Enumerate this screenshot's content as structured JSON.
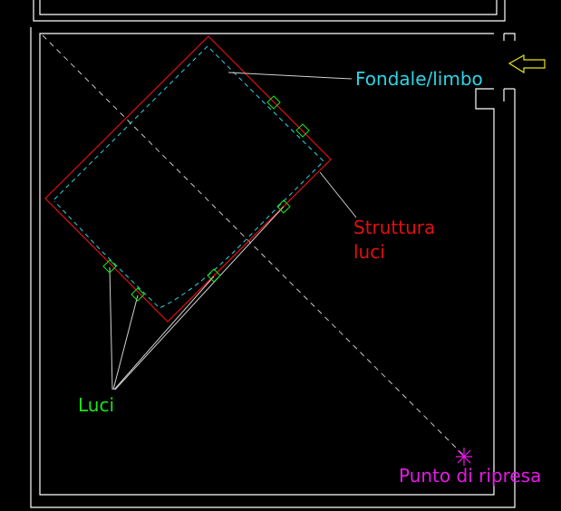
{
  "labels": {
    "fondale": "Fondale/limbo",
    "struttura_line1": "Struttura",
    "struttura_line2": "luci",
    "luci": "Luci",
    "punto": "Punto di ripresa"
  },
  "colors": {
    "background": "#000000",
    "walls": "#ffffff",
    "sightline": "#c8c8c8",
    "leader": "#d0d0d0",
    "structure": "#e01010",
    "backdrop": "#2ad6e6",
    "lights": "#19e619",
    "camera": "#e619e6",
    "entrance_arrow": "#e6e619"
  },
  "icons": {
    "entrance": "left-arrow-icon",
    "camera": "asterisk-icon",
    "light": "diamond-icon"
  }
}
